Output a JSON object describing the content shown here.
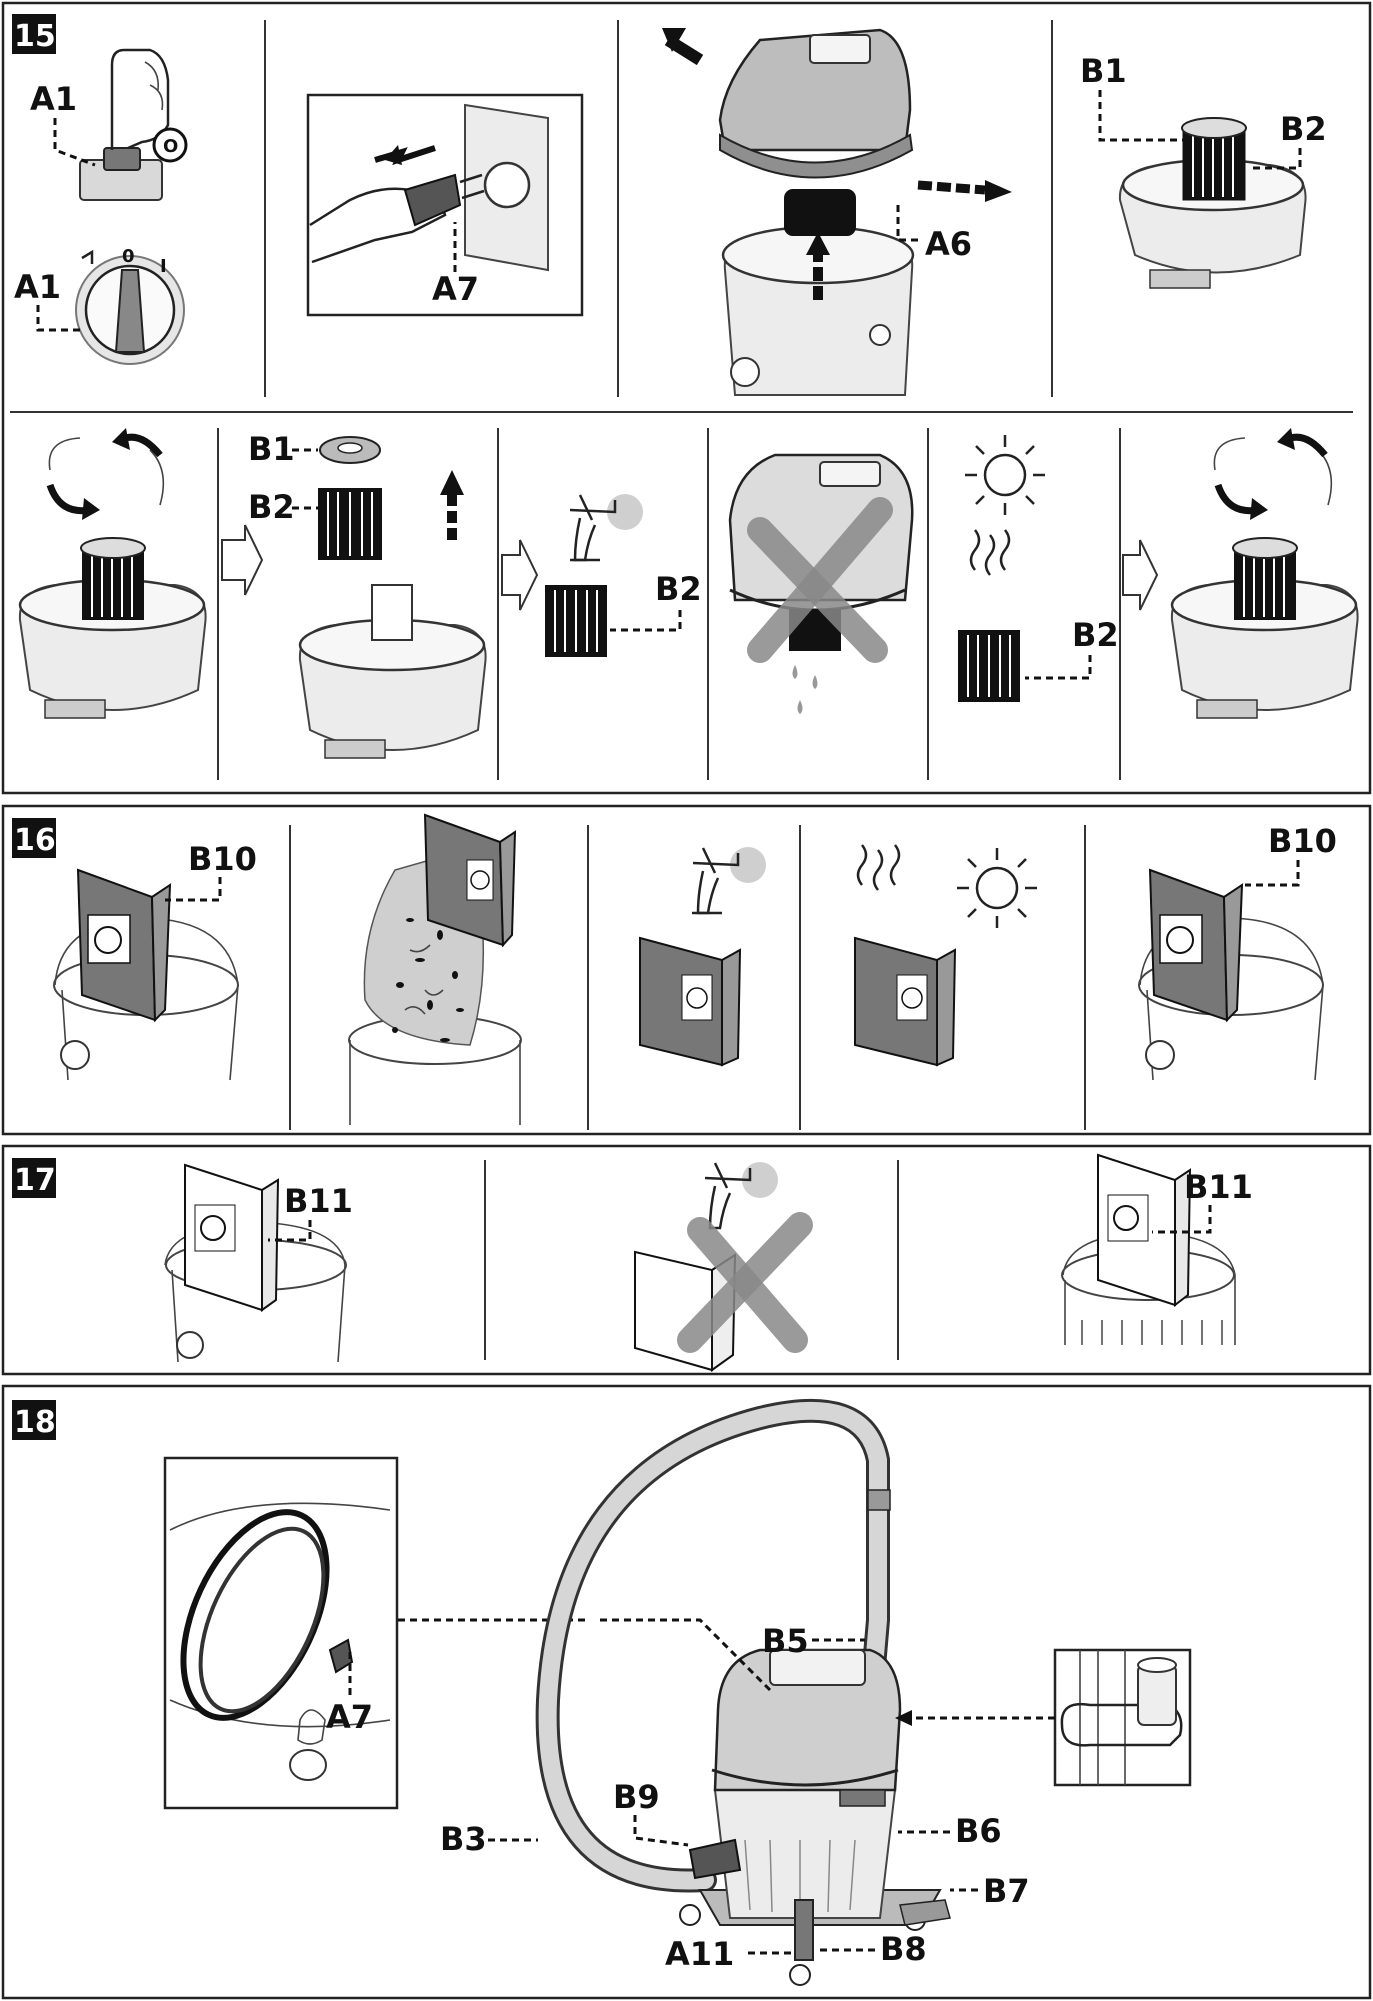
{
  "sections": [
    {
      "number": "15"
    },
    {
      "number": "16"
    },
    {
      "number": "17"
    },
    {
      "number": "18"
    }
  ],
  "labels": {
    "A1": "A1",
    "A6": "A6",
    "A7": "A7",
    "A11": "A11",
    "B1": "B1",
    "B2": "B2",
    "B3": "B3",
    "B5": "B5",
    "B6": "B6",
    "B7": "B7",
    "B8": "B8",
    "B9": "B9",
    "B10": "B10",
    "B11": "B11"
  },
  "switch_marks": {
    "off_symbol": "O",
    "dial_zero": "0",
    "dial_one": "I"
  },
  "icons": [
    "hand-press-icon",
    "rotary-switch-icon",
    "plug-unplug-icon",
    "vacuum-head-icon",
    "cartridge-filter-icon",
    "rotate-arrow-icon",
    "next-step-arrow-icon",
    "water-tap-icon",
    "no-water-cross-icon",
    "sun-icon",
    "heat-waves-icon",
    "dust-bag-icon",
    "empty-bag-icon",
    "hose-icon",
    "holder-icon"
  ]
}
